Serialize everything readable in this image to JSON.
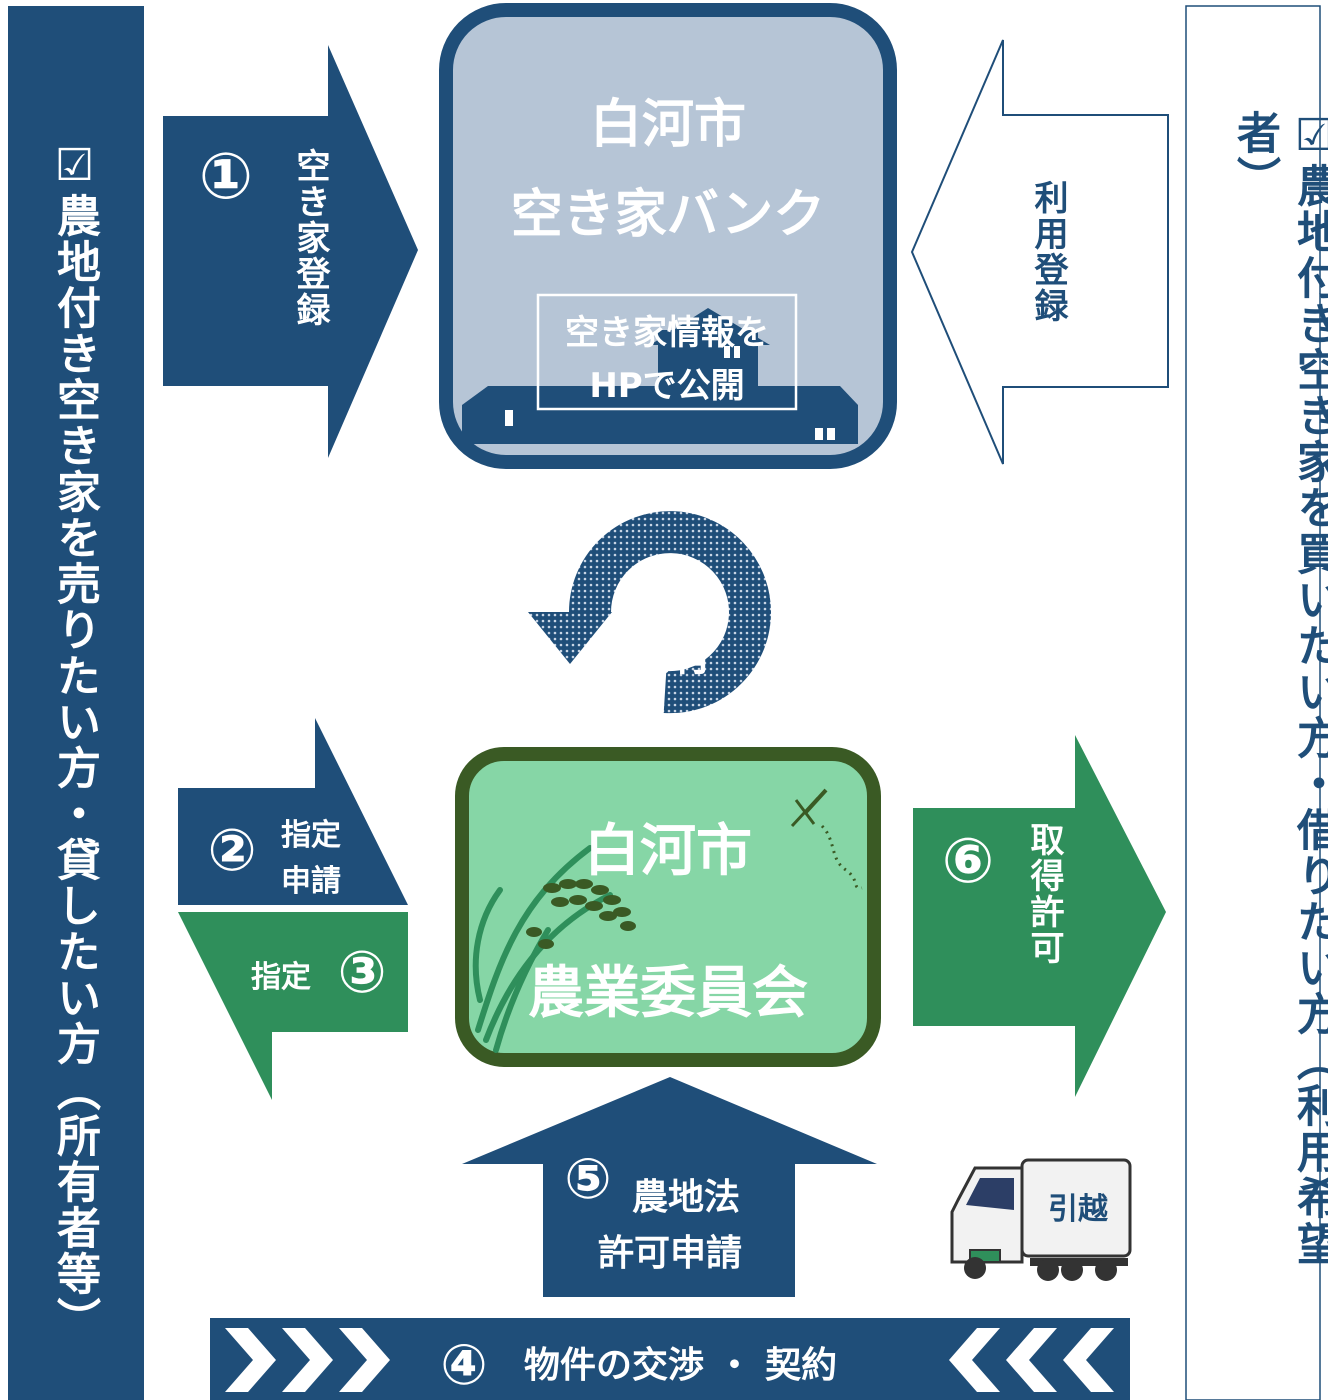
{
  "colors": {
    "navy": "#1f4e79",
    "green_dark": "#2f8f5b",
    "green_light": "#86d6a6",
    "green_border": "#3a5a24",
    "bank_fill": "#b6c5d6"
  },
  "left_panel": {
    "text": "☑農地付き空き家を売りたい方・貸したい方（所有者等）"
  },
  "right_panel": {
    "text": "☑農地付き空き家を買いたい方・借りたい方（利用希望者）"
  },
  "bank": {
    "title_line1": "白河市",
    "title_line2": "空き家バンク",
    "publish_line1": "空き家情報を",
    "publish_line2": "HPで公開"
  },
  "steps": {
    "s1": {
      "num": "①",
      "label": "空き家登録"
    },
    "usage": {
      "label": "利用登録"
    },
    "s2": {
      "num": "②",
      "label_line1": "指定",
      "label_line2": "申請"
    },
    "s3": {
      "num": "③",
      "label": "指定"
    },
    "s4": {
      "num": "④",
      "label": "物件の交渉 ・ 契約"
    },
    "s5": {
      "num": "⑤",
      "label_line1": "農地法",
      "label_line2": "許可申請"
    },
    "s6": {
      "num": "⑥",
      "label": "取得許可"
    }
  },
  "share": {
    "line1": "情報",
    "line2": "共有"
  },
  "committee": {
    "title_line1": "白河市",
    "title_line2": "農業委員会"
  },
  "truck": {
    "sign": "引越"
  },
  "icons": [
    "house-icon",
    "dragonfly-icon",
    "rice-plant-icon",
    "moving-truck-icon",
    "chevron-right-icon",
    "chevron-left-icon",
    "cycle-arrow-icon"
  ]
}
